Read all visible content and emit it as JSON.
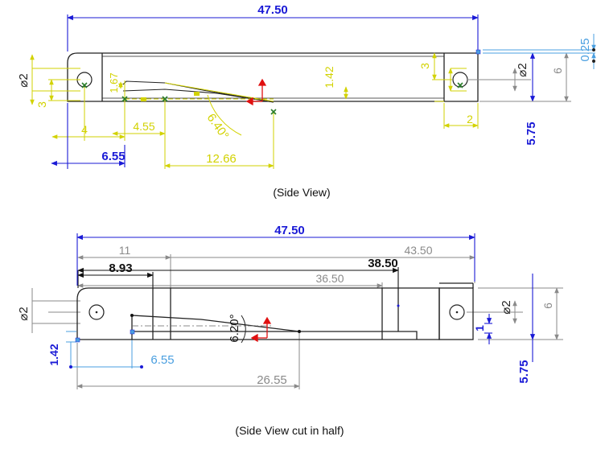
{
  "colors": {
    "part": "#222222",
    "blue": "#1a1ad6",
    "yellow": "#d2d200",
    "gray": "#8a8a8a",
    "black": "#111111",
    "lightblue": "#4a9fe0",
    "red": "#e01010"
  },
  "side_view": {
    "caption": "(Side View)",
    "dims": {
      "overall_length": "47.50",
      "hole_dia_left": "⌀2",
      "hole_dia_right": "⌀2",
      "left_height": "3",
      "slot_depth": "1.67",
      "slot_top": "1.42",
      "right_offset": "3",
      "right_hole_x": "2",
      "thickness_top": "0.25",
      "overall_height": "6",
      "bottom_height": "5.75",
      "x_4": "4",
      "x_455": "4.55",
      "x_655": "6.55",
      "x_1266": "12.66",
      "angle": "6.40°"
    }
  },
  "cut_view": {
    "caption": "(Side View cut in half)",
    "dims": {
      "overall_length": "47.50",
      "d11": "11",
      "d893": "8.93",
      "d3650": "36.50",
      "d3850": "38.50",
      "d4350": "43.50",
      "hole_dia_left": "⌀2",
      "hole_dia_right": "⌀2",
      "overall_height": "6",
      "small_1": "1",
      "left_142": "1.42",
      "x_655": "6.55",
      "x_2655": "26.55",
      "bottom_height": "5.75",
      "angle": "6.20°"
    }
  }
}
